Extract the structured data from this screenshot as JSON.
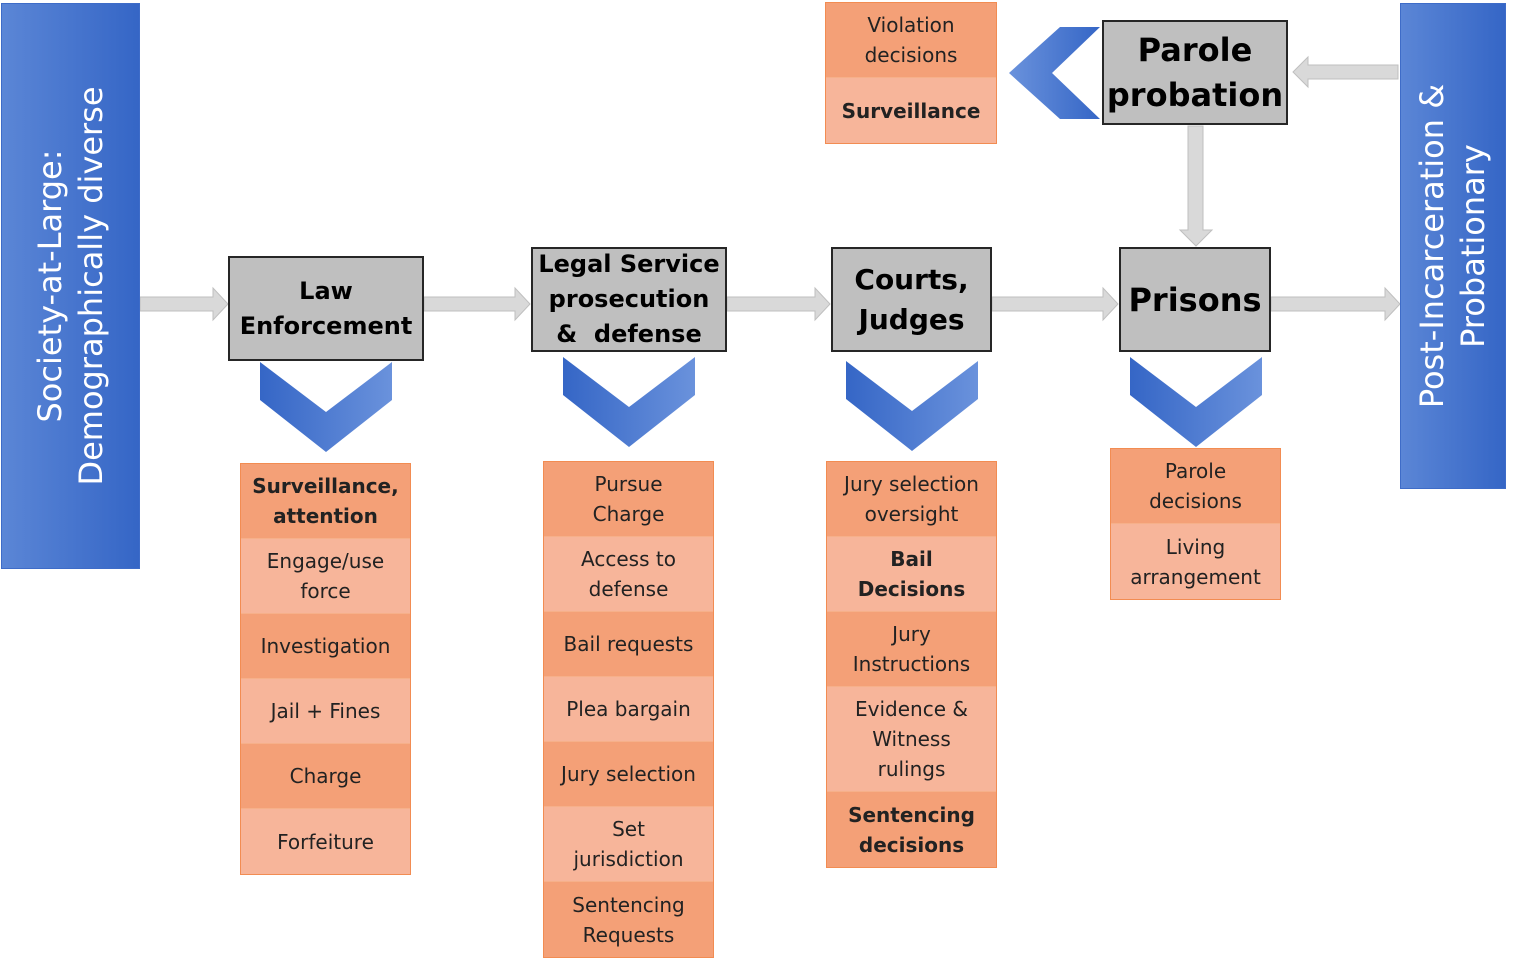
{
  "colors": {
    "side_bar": "#4472c4",
    "stage_fill": "#bfbfbf",
    "item_dark": "#f4a077",
    "item_light": "#f7b59a",
    "chevron": "#4472c4",
    "arrow": "#d9d9d9"
  },
  "left_bar": {
    "lines": [
      "Society-at-Large:",
      "Demographically diverse"
    ]
  },
  "right_bar": {
    "lines": [
      "Post-Incarceration &",
      "Probationary"
    ]
  },
  "stages": {
    "law_enforcement": {
      "lines": [
        "Law",
        "Enforcement"
      ]
    },
    "legal_service": {
      "lines": [
        "Legal Service",
        "prosecution",
        "&  defense"
      ]
    },
    "courts": {
      "lines": [
        "Courts,",
        "Judges"
      ]
    },
    "prisons": {
      "lines": [
        "Prisons"
      ]
    },
    "parole": {
      "lines": [
        "Parole",
        "probation"
      ]
    }
  },
  "lists": {
    "law_enforcement": [
      {
        "text": "Surveillance,\nattention",
        "bold": true
      },
      {
        "text": "Engage/use\nforce",
        "bold": false
      },
      {
        "text": "Investigation",
        "bold": false
      },
      {
        "text": "Jail + Fines",
        "bold": false
      },
      {
        "text": "Charge",
        "bold": false
      },
      {
        "text": "Forfeiture",
        "bold": false
      }
    ],
    "legal_service": [
      {
        "text": "Pursue\nCharge",
        "bold": false
      },
      {
        "text": "Access to\ndefense",
        "bold": false
      },
      {
        "text": "Bail requests",
        "bold": false
      },
      {
        "text": "Plea bargain",
        "bold": false
      },
      {
        "text": "Jury selection",
        "bold": false
      },
      {
        "text": "Set\njurisdiction",
        "bold": false
      },
      {
        "text": "Sentencing\nRequests",
        "bold": false
      }
    ],
    "courts": [
      {
        "text": "Jury selection\noversight",
        "bold": false
      },
      {
        "text": "Bail\nDecisions",
        "bold": true
      },
      {
        "text": "Jury\nInstructions",
        "bold": false
      },
      {
        "text": "Evidence &\nWitness\nrulings",
        "bold": false
      },
      {
        "text": "Sentencing\ndecisions",
        "bold": true
      }
    ],
    "prisons": [
      {
        "text": "Parole\ndecisions",
        "bold": false
      },
      {
        "text": "Living\narrangement",
        "bold": false
      }
    ],
    "parole": [
      {
        "text": "Violation\ndecisions",
        "bold": false
      },
      {
        "text": "Surveillance",
        "bold": true
      }
    ]
  }
}
